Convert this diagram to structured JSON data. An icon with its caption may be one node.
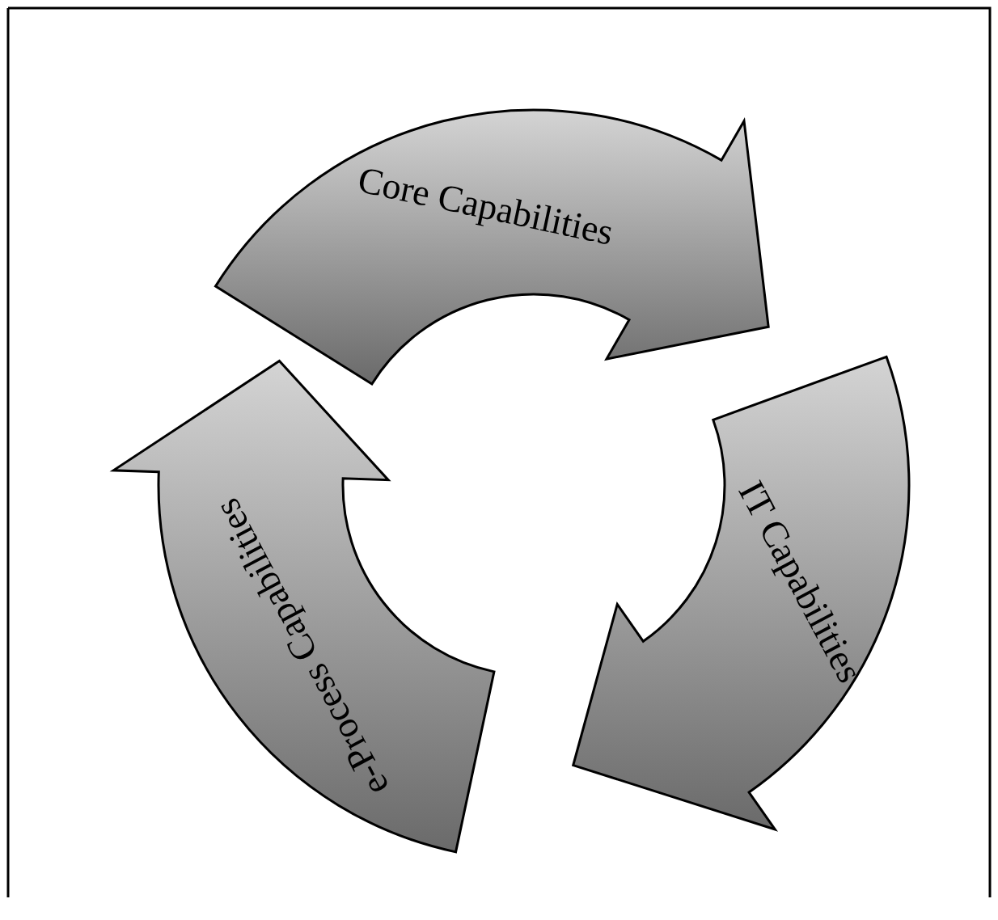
{
  "diagram": {
    "nodes": [
      {
        "text": [
          "Core Capabilities"
        ]
      },
      {
        "text": [
          "IT Capabilities"
        ]
      },
      {
        "text": [
          "e-Process Capabilities"
        ]
      }
    ],
    "edges": []
  }
}
